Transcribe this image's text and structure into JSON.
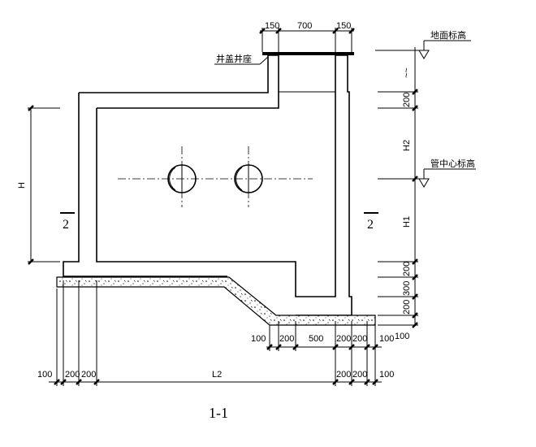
{
  "top_dims": [
    "150",
    "700",
    "150"
  ],
  "labels": {
    "cover": "井盖井座",
    "ground": "地面标高",
    "pipe_center": "管中心标高",
    "title": "1-1"
  },
  "section_mark": "2",
  "left_dim": "H",
  "right_dims": [
    "~~",
    "200",
    "H2",
    "H1",
    "200",
    "300",
    "200",
    "100"
  ],
  "bottom_row1": [
    "100",
    "200",
    "500",
    "200",
    "200",
    "100"
  ],
  "bottom_row2": [
    "100",
    "200",
    "200",
    "L2",
    "200",
    "200",
    "100"
  ]
}
